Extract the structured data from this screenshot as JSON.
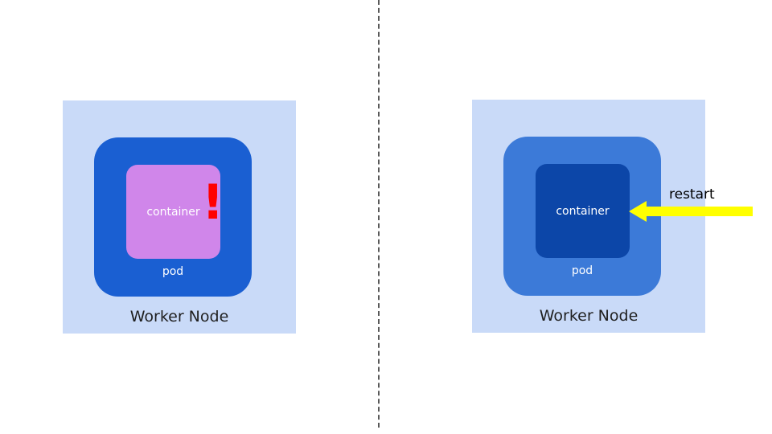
{
  "left": {
    "node_label": "Worker Node",
    "pod_label": "pod",
    "container_label": "container",
    "alert_mark": "!"
  },
  "right": {
    "node_label": "Worker Node",
    "pod_label": "pod",
    "container_label": "container",
    "action_label": "restart"
  },
  "colors": {
    "node_bg": "#c9daf8",
    "left_pod": "#1a5fd2",
    "left_container": "#d086ea",
    "right_pod": "#3c7ad8",
    "right_container": "#0c46a8",
    "alert": "#ff0000",
    "arrow": "#ffff00"
  }
}
